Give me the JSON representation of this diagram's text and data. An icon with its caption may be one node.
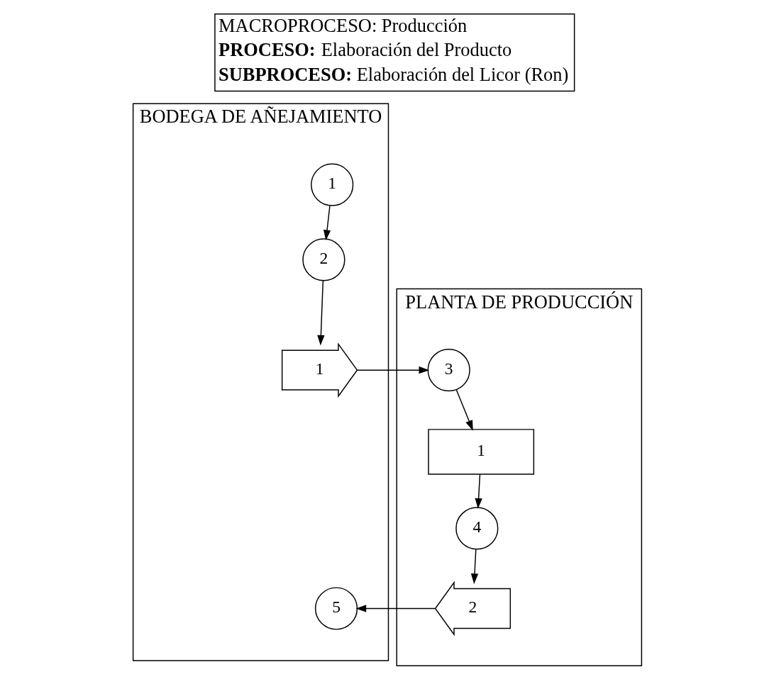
{
  "diagram": {
    "nodes": [
      {
        "text": [
          "BODEGA DE AÑEJAMIENTO"
        ]
      },
      {
        "text": [
          "PLANTA DE PRODUCCIÓN"
        ]
      },
      {
        "text": [
          "1"
        ],
        "in": 0
      },
      {
        "text": [
          "2"
        ],
        "in": 0
      },
      {
        "text": [
          "1"
        ],
        "in": 0
      },
      {
        "text": [
          "3"
        ],
        "in": 1
      },
      {
        "text": [
          "1"
        ],
        "in": 1
      },
      {
        "text": [
          "4"
        ],
        "in": 1
      },
      {
        "text": [
          "2"
        ],
        "in": 1
      },
      {
        "text": [
          "5"
        ],
        "in": 0
      }
    ],
    "edges": [
      {
        "from": 2,
        "to": 3,
        "arrow": "to"
      },
      {
        "from": 3,
        "to": 4,
        "arrow": "to"
      },
      {
        "from": 4,
        "to": 5,
        "arrow": "to"
      },
      {
        "from": 5,
        "to": 6,
        "arrow": "to"
      },
      {
        "from": 6,
        "to": 7,
        "arrow": "to"
      },
      {
        "from": 7,
        "to": 8,
        "arrow": "to"
      },
      {
        "from": 8,
        "to": 9,
        "arrow": "to"
      }
    ],
    "labels": [
      "MACROPROCESO: Producción",
      "**PROCESO:** Elaboración del Producto",
      "**SUBPROCESO:** Elaboración del Licor (Ron)"
    ]
  }
}
